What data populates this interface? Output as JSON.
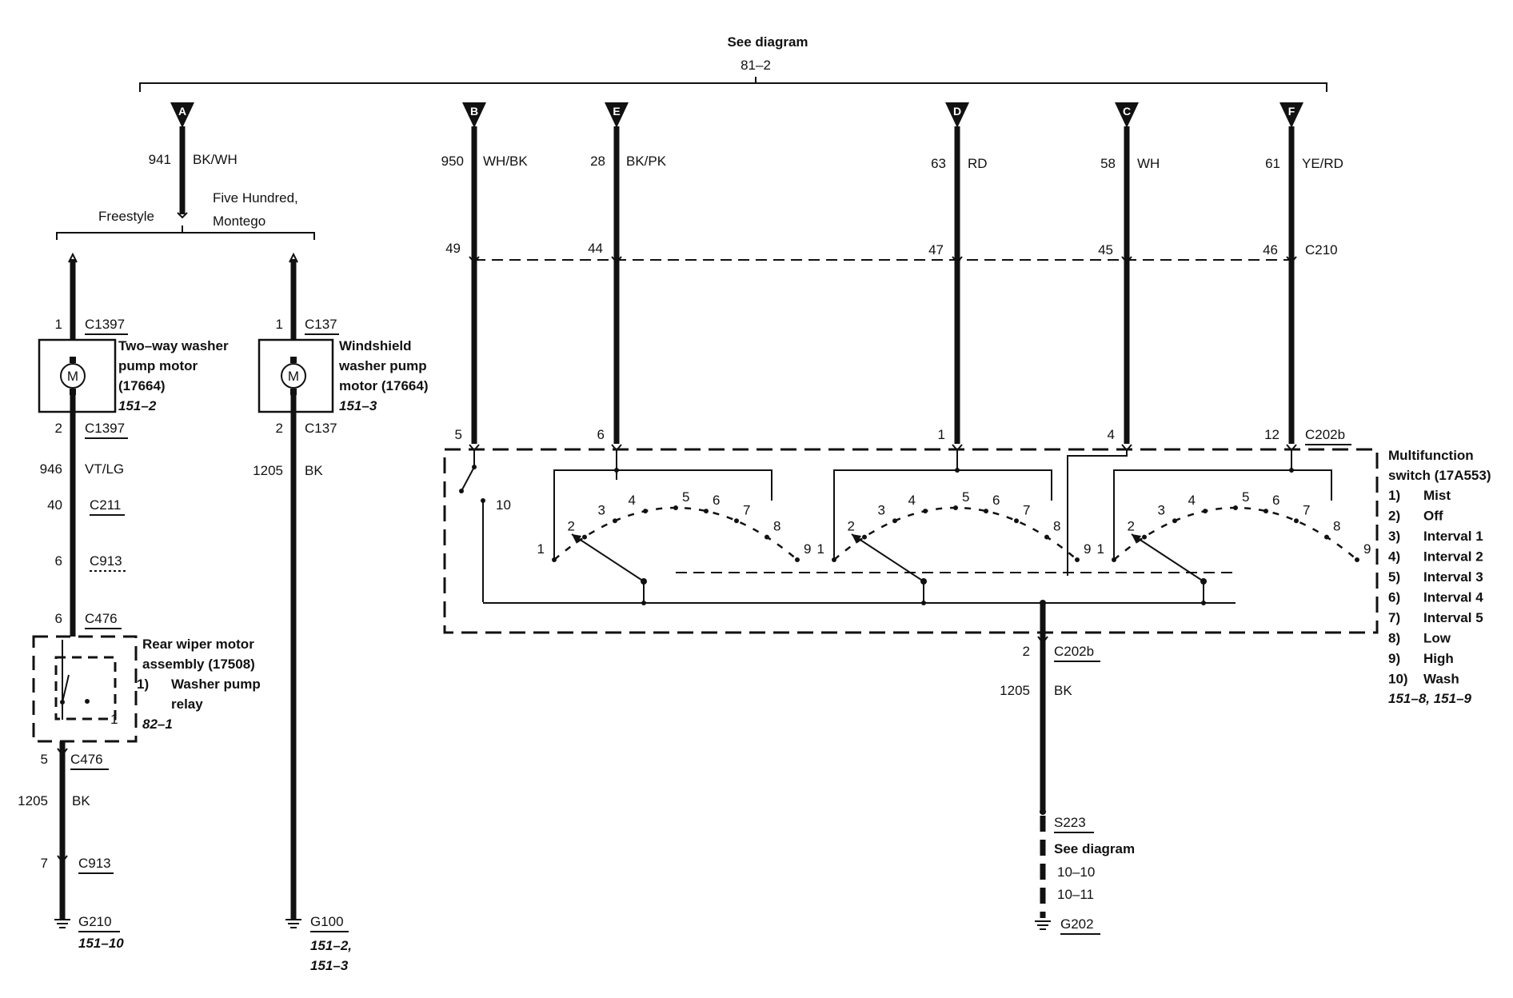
{
  "header": {
    "see_diagram": "See diagram",
    "ref": "81–2"
  },
  "branches": {
    "freestyle": "Freestyle",
    "five_hundred": "Five Hundred,",
    "montego": "Montego"
  },
  "connectors": [
    {
      "letter": "A",
      "circuit": "941",
      "color": "BK/WH"
    },
    {
      "letter": "B",
      "circuit": "950",
      "color": "WH/BK"
    },
    {
      "letter": "E",
      "circuit": "28",
      "color": "BK/PK"
    },
    {
      "letter": "D",
      "circuit": "63",
      "color": "RD"
    },
    {
      "letter": "C",
      "circuit": "58",
      "color": "WH"
    },
    {
      "letter": "F",
      "circuit": "61",
      "color": "YE/RD"
    }
  ],
  "c210": {
    "name": "C210",
    "pins": [
      "49",
      "44",
      "47",
      "45",
      "46"
    ]
  },
  "c202b_top": {
    "name": "C202b",
    "pins": [
      "5",
      "6",
      "1",
      "4",
      "12"
    ]
  },
  "left_col": {
    "c1397_top_pin": "1",
    "c1397_top": "C1397",
    "motor_title": [
      "Two–way washer",
      "pump motor",
      "(17664)"
    ],
    "motor_ref": "151–2",
    "motor_symbol": "M",
    "c1397_bot_pin": "2",
    "c1397_bot": "C1397",
    "wire_circuit": "946",
    "wire_color": "VT/LG",
    "c211_pin": "40",
    "c211": "C211",
    "c913_pin": "6",
    "c913": "C913",
    "c476_pin": "6",
    "c476": "C476",
    "rear_title": [
      "Rear wiper motor",
      "assembly (17508)"
    ],
    "rear_item_num": "1)",
    "rear_item": [
      "Washer pump",
      "relay"
    ],
    "rear_ref": "82–1",
    "rear_pin": "1",
    "c476b_pin": "5",
    "c476b": "C476",
    "gnd_circuit": "1205",
    "gnd_color": "BK",
    "c913b_pin": "7",
    "c913b": "C913",
    "ground": "G210",
    "ground_ref": "151–10"
  },
  "mid_col": {
    "c137_top_pin": "1",
    "c137_top": "C137",
    "motor_title": [
      "Windshield",
      "washer pump",
      "motor (17664)"
    ],
    "motor_ref": "151–3",
    "motor_symbol": "M",
    "c137_bot_pin": "2",
    "c137_bot": "C137",
    "gnd_circuit": "1205",
    "gnd_color": "BK",
    "ground": "G100",
    "ground_refs": [
      "151–2,",
      "151–3"
    ]
  },
  "switch": {
    "title": [
      "Multifunction",
      "switch (17A553)"
    ],
    "positions": [
      {
        "num": "1)",
        "label": "Mist"
      },
      {
        "num": "2)",
        "label": "Off"
      },
      {
        "num": "3)",
        "label": "Interval 1"
      },
      {
        "num": "4)",
        "label": "Interval 2"
      },
      {
        "num": "5)",
        "label": "Interval 3"
      },
      {
        "num": "6)",
        "label": "Interval 4"
      },
      {
        "num": "7)",
        "label": "Interval 5"
      },
      {
        "num": "8)",
        "label": "Low"
      },
      {
        "num": "9)",
        "label": "High"
      },
      {
        "num": "10)",
        "label": "Wash"
      }
    ],
    "ref": "151–8, 151–9",
    "wash_pos": "10",
    "arc_positions": [
      "1",
      "2",
      "3",
      "4",
      "5",
      "6",
      "7",
      "8",
      "9"
    ]
  },
  "bottom": {
    "c202b_pin": "2",
    "c202b": "C202b",
    "gnd_circuit": "1205",
    "gnd_color": "BK",
    "splice": "S223",
    "see_diagram": "See diagram",
    "refs": [
      "10–10",
      "10–11"
    ],
    "ground": "G202"
  }
}
